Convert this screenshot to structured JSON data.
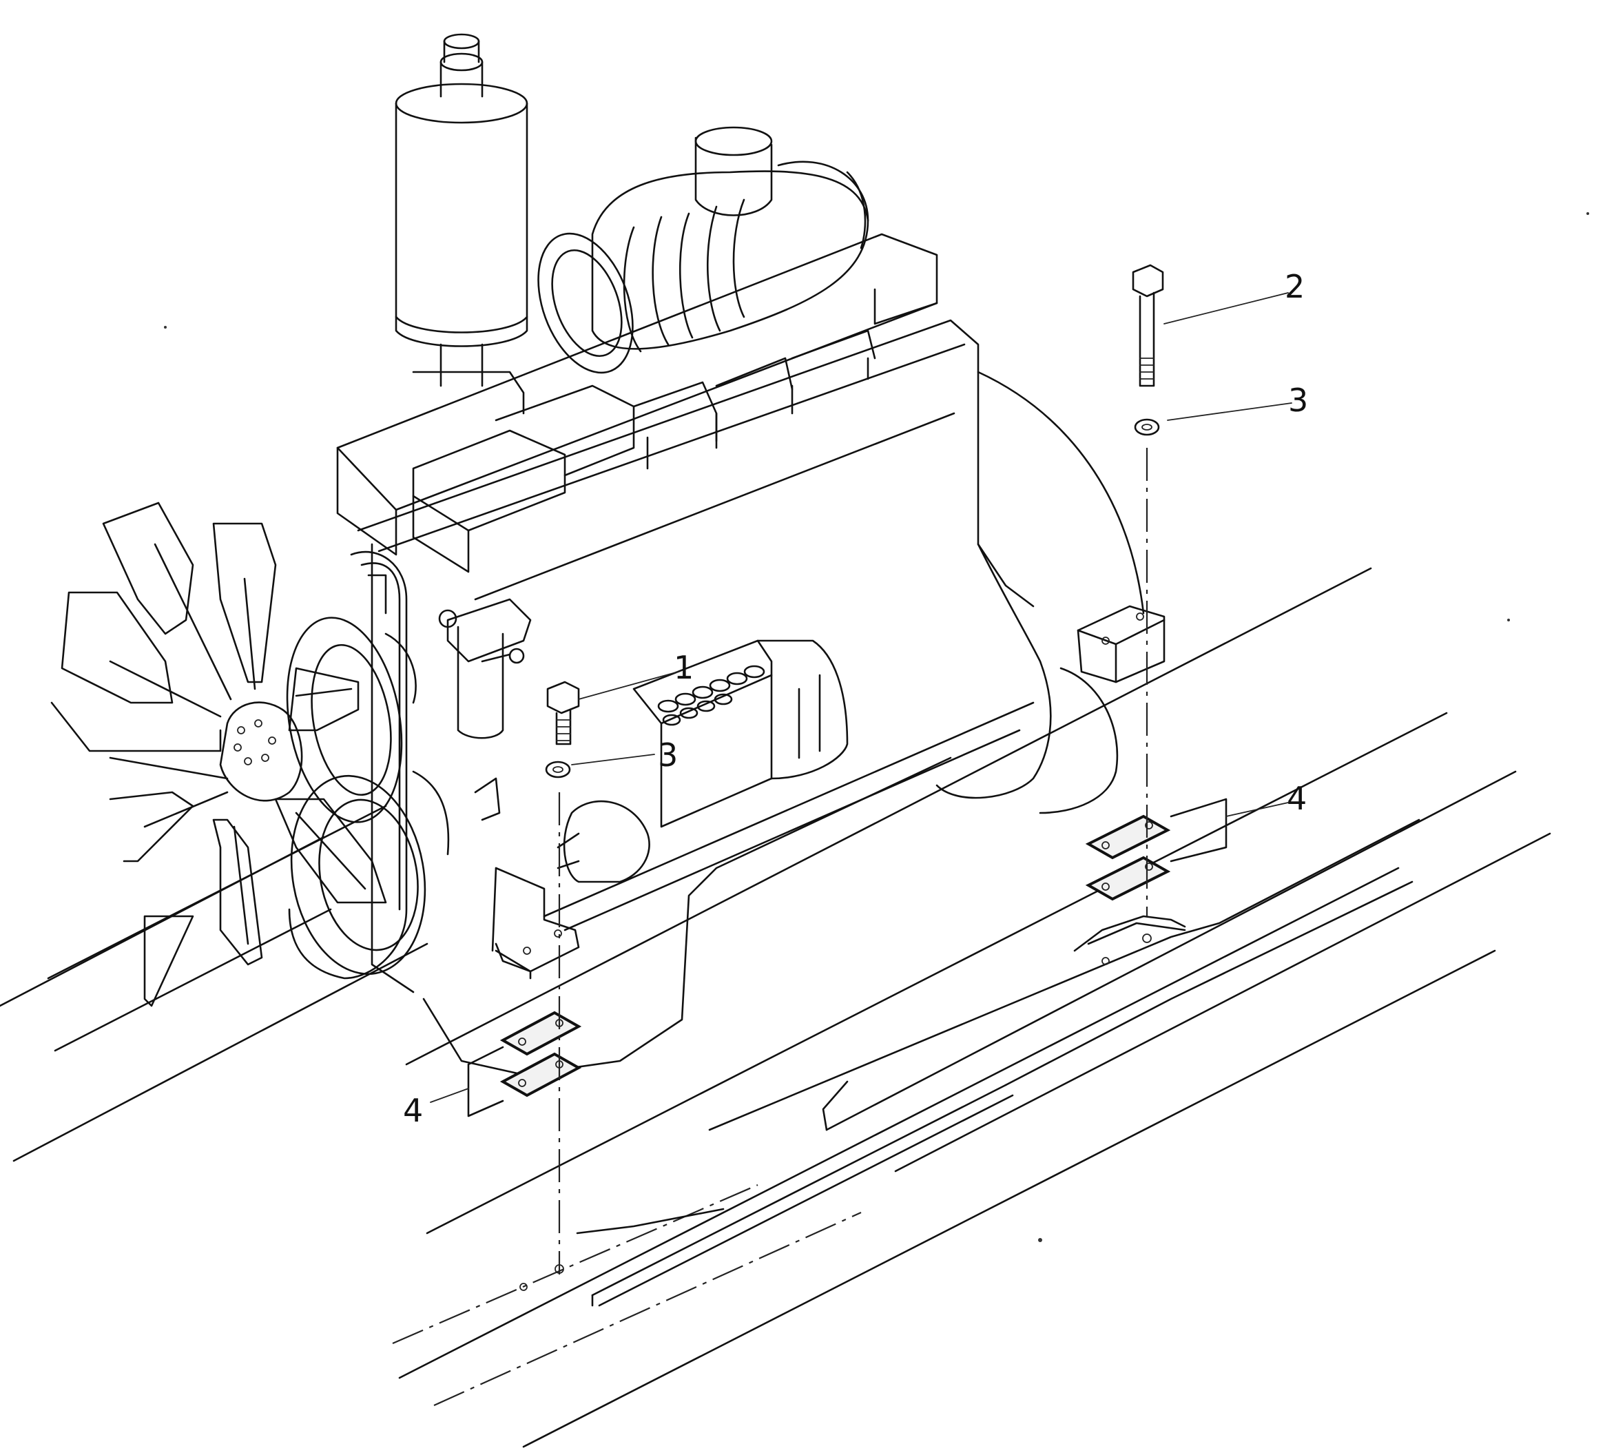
{
  "callouts": [
    {
      "num": "1"
    },
    {
      "num": "2"
    },
    {
      "num": "3"
    },
    {
      "num": "3"
    },
    {
      "num": "4"
    },
    {
      "num": "4"
    }
  ]
}
